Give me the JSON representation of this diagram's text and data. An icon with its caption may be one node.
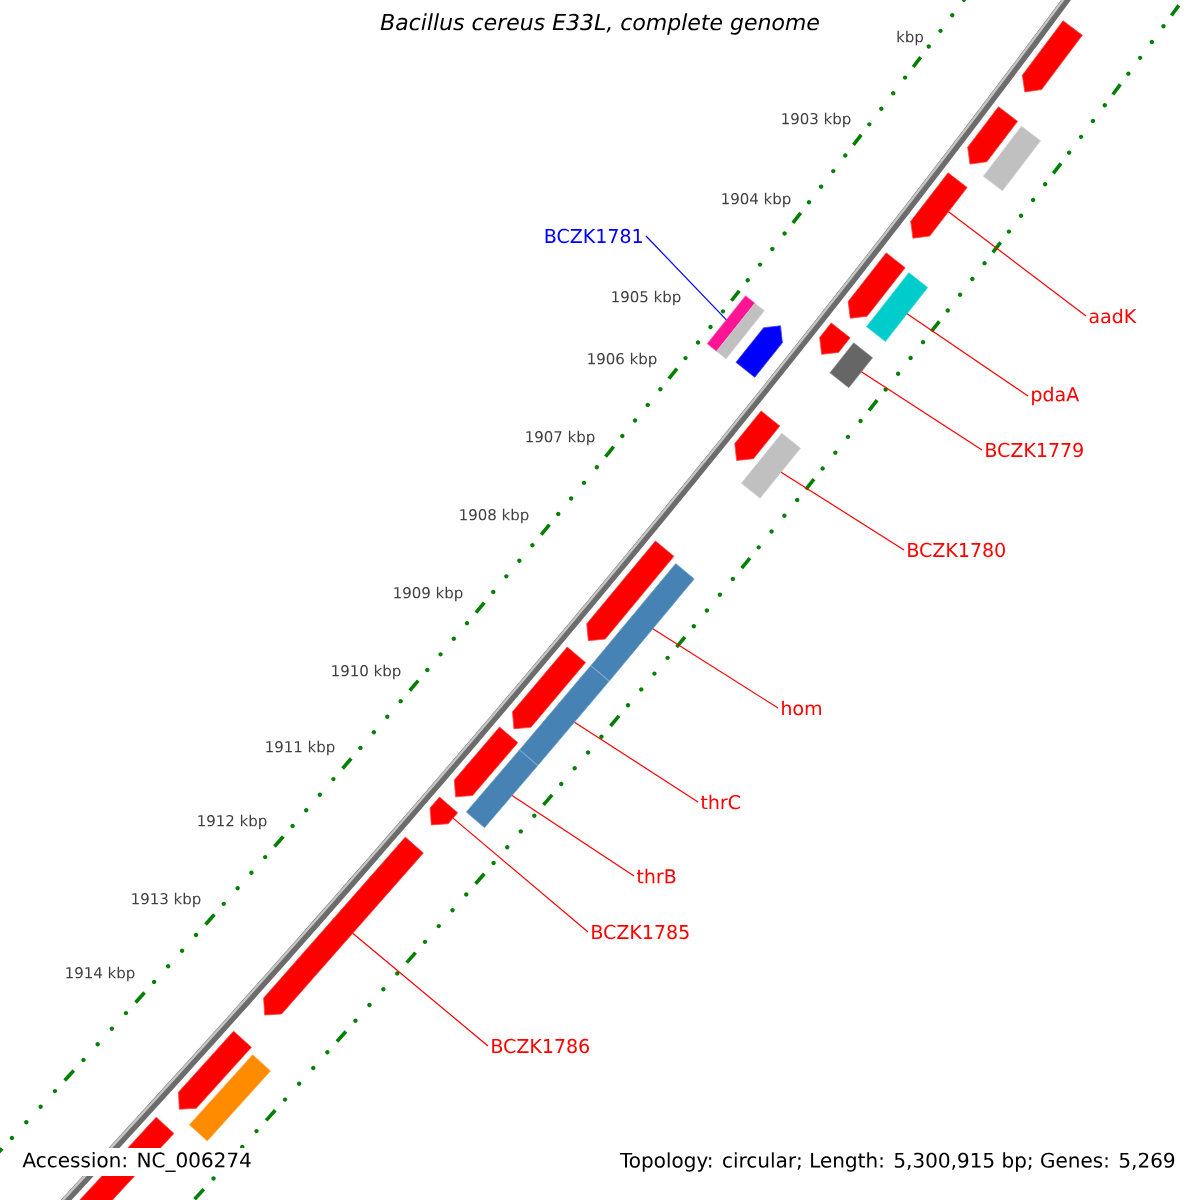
{
  "diagram": {
    "title": "Bacillus cereus E33L, complete genome",
    "nodes": [
      {
        "text": [
          "BCZK1781"
        ]
      },
      {
        "text": [
          "aadK"
        ]
      },
      {
        "text": [
          "pdaA"
        ]
      },
      {
        "text": [
          "BCZK1779"
        ]
      },
      {
        "text": [
          "BCZK1780"
        ]
      },
      {
        "text": [
          "hom"
        ]
      },
      {
        "text": [
          "thrC"
        ]
      },
      {
        "text": [
          "thrB"
        ]
      },
      {
        "text": [
          "BCZK1785"
        ]
      },
      {
        "text": [
          "BCZK1786"
        ]
      },
      {
        "text": [],
        "shape": "bar"
      },
      {
        "text": [],
        "shape": "pentagon"
      },
      {
        "text": [],
        "shape": "bar"
      },
      {
        "text": [],
        "shape": "bar"
      },
      {
        "text": [],
        "shape": "bar"
      },
      {
        "text": [],
        "shape": "bar"
      },
      {
        "text": [],
        "shape": "bar"
      },
      {
        "text": [],
        "shape": "bar"
      },
      {
        "text": [],
        "shape": "pentagon"
      },
      {
        "text": [],
        "shape": "pentagon"
      },
      {
        "text": [],
        "shape": "pentagon"
      },
      {
        "text": [],
        "shape": "pentagon"
      },
      {
        "text": [],
        "shape": "pentagon"
      },
      {
        "text": [],
        "shape": "pentagon"
      },
      {
        "text": [],
        "shape": "pentagon"
      },
      {
        "text": [],
        "shape": "pentagon"
      },
      {
        "text": [],
        "shape": "pentagon"
      },
      {
        "text": [],
        "shape": "pentagon"
      },
      {
        "text": [],
        "shape": "pentagon"
      },
      {
        "text": [],
        "shape": "pentagon"
      },
      {
        "text": [],
        "shape": "bar"
      },
      {
        "text": [],
        "shape": "bar"
      },
      {
        "text": [],
        "shape": "pentagon"
      },
      {
        "text": [],
        "shape": "bar"
      }
    ],
    "edges": [
      {
        "from": 0,
        "to": 10,
        "arrow": "none",
        "color": "#0000ff"
      },
      {
        "from": 1,
        "to": 11,
        "arrow": "none"
      },
      {
        "from": 2,
        "to": 12,
        "arrow": "none"
      },
      {
        "from": 3,
        "to": 13,
        "arrow": "none"
      },
      {
        "from": 4,
        "to": 14,
        "arrow": "none"
      },
      {
        "from": 5,
        "to": 15,
        "arrow": "none"
      },
      {
        "from": 6,
        "to": 16,
        "arrow": "none"
      },
      {
        "from": 7,
        "to": 17,
        "arrow": "none"
      },
      {
        "from": 8,
        "to": 18,
        "arrow": "none"
      },
      {
        "from": 9,
        "to": 19,
        "arrow": "none"
      }
    ],
    "labels": [
      "kbp",
      "1903 kbp",
      "1904 kbp",
      "1905 kbp",
      "1906 kbp",
      "1907 kbp",
      "1908 kbp",
      "1909 kbp",
      "1910 kbp",
      "1911 kbp",
      "1912 kbp",
      "1913 kbp",
      "1914 kbp",
      "Accession: NC_006274",
      "Topology: circular; Length: 5,300,915 bp; Genes: 5,269"
    ]
  }
}
